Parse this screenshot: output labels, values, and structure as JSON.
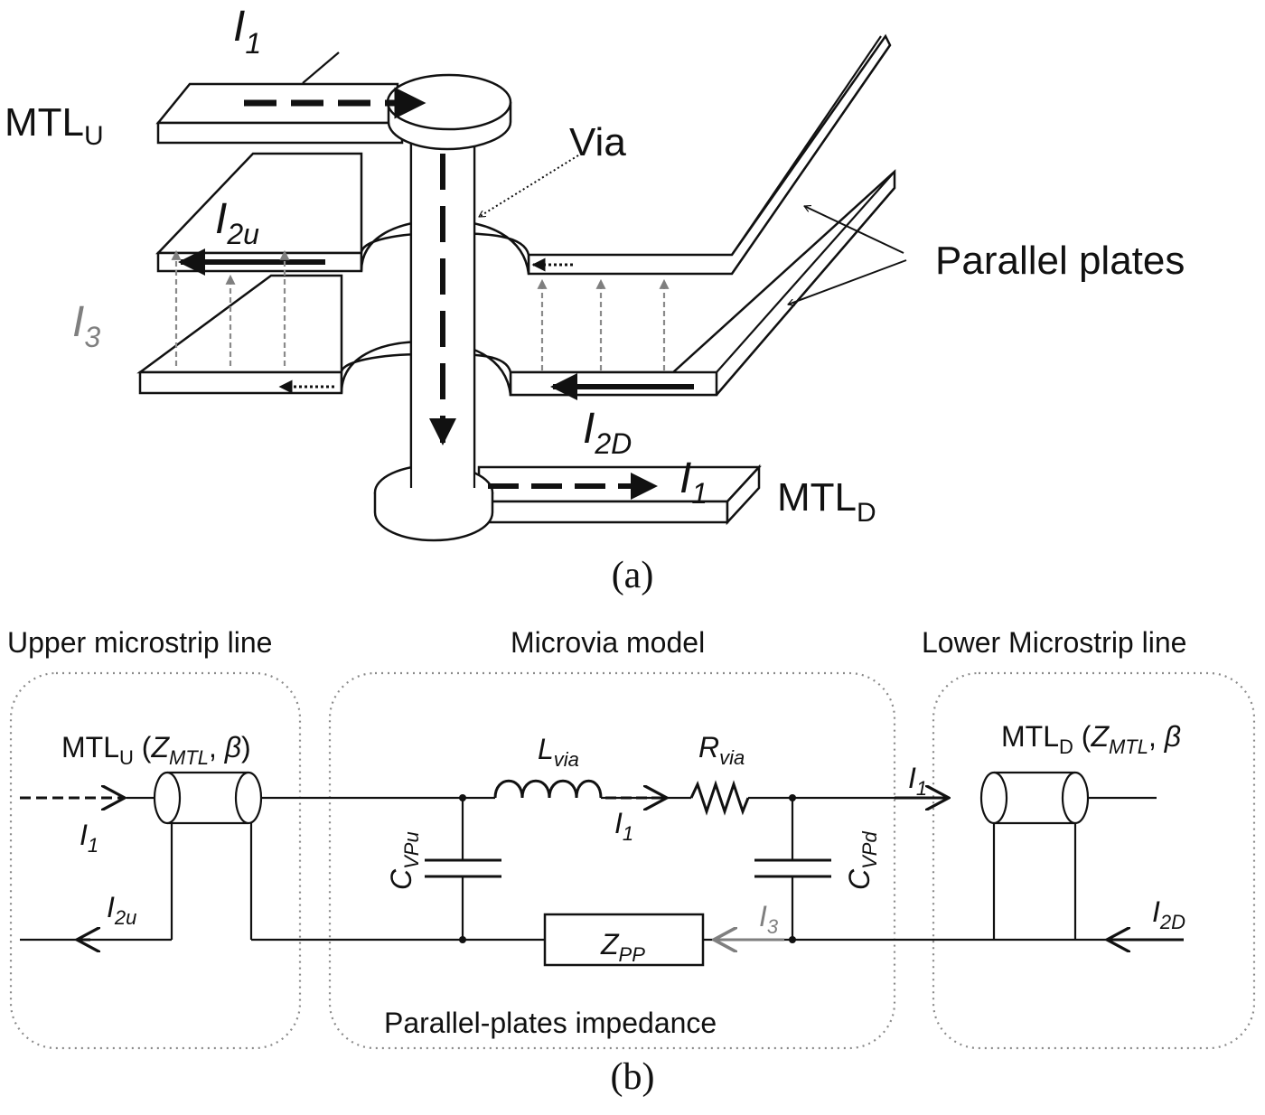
{
  "panel_a": {
    "caption": "(a)",
    "labels": {
      "i1_top": {
        "main": "I",
        "sub": "1"
      },
      "mtl_u": {
        "main": "MTL",
        "sub": "U"
      },
      "via": "Via",
      "i2u": {
        "main": "I",
        "sub": "2u"
      },
      "parallel_plates": "Parallel plates",
      "i3": {
        "main": "I",
        "sub": "3"
      },
      "i2d": {
        "main": "I",
        "sub": "2D"
      },
      "i1_bottom": {
        "main": "I",
        "sub": "1"
      },
      "mtl_d": {
        "main": "MTL",
        "sub": "D"
      }
    }
  },
  "panel_b": {
    "caption": "(b)",
    "sections": {
      "upper": "Upper microstrip  line",
      "middle": "Microvia model",
      "lower": "Lower Microstrip line",
      "bottom": "Parallel-plates impedance"
    },
    "components": {
      "mtl_u": {
        "pre": "MTL",
        "sub": "U",
        "open": " (",
        "z": "Z",
        "zsub": "MTL",
        "sep": ", ",
        "beta": "β",
        "close": ")"
      },
      "mtl_d": {
        "pre": "MTL",
        "sub": "D",
        "open": " (",
        "z": "Z",
        "zsub": "MTL",
        "sep": ", ",
        "beta": "β"
      },
      "l_via": {
        "main": "L",
        "sub": "via"
      },
      "r_via": {
        "main": "R",
        "sub": "via"
      },
      "c_vpu": {
        "main": "C",
        "sub": "VPu"
      },
      "c_vpd": {
        "main": "C",
        "sub": "VPd"
      },
      "z_pp": {
        "main": "Z",
        "sub": "PP"
      }
    },
    "currents": {
      "i1_left": {
        "main": "I",
        "sub": "1"
      },
      "i2u": {
        "main": "I",
        "sub": "2u"
      },
      "i1_mid": {
        "main": "I",
        "sub": "1"
      },
      "i1_right": {
        "main": "I",
        "sub": "1"
      },
      "i3": {
        "main": "I",
        "sub": "3"
      },
      "i2d": {
        "main": "I",
        "sub": "2D"
      }
    }
  },
  "colors": {
    "line": "#111111",
    "grey_current": "#7f7f7f",
    "box_border": "#8a8a8a"
  }
}
